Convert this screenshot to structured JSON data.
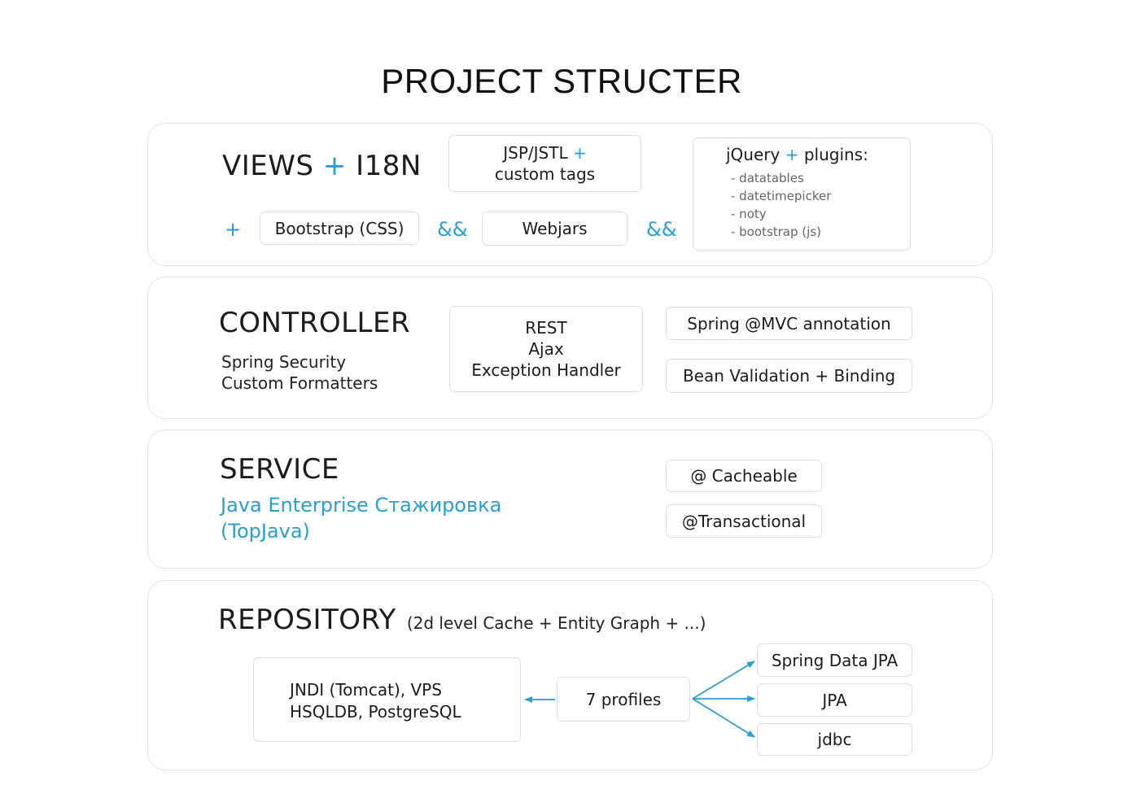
{
  "title": "PROJECT STRUCTER",
  "colors": {
    "accent": "#2a9fd0",
    "border": "#e3e3e3",
    "text": "#1c1c1c"
  },
  "views": {
    "heading_main": "VIEWS",
    "heading_plus": "+",
    "heading_i18n": "I18N",
    "jsp_line1": "JSP/JSTL",
    "jsp_plus": "+",
    "jsp_line2": "custom tags",
    "leading_plus": "+",
    "bootstrap": "Bootstrap (CSS)",
    "amp1": "&&",
    "webjars": "Webjars",
    "amp2": "&&",
    "jquery_title": "jQuery",
    "jquery_plus": "+",
    "jquery_plugins": "plugins:",
    "plugins": [
      "- datatables",
      "- datetimepicker",
      "- noty",
      "- bootstrap (js)"
    ]
  },
  "controller": {
    "heading": "CONTROLLER",
    "sub1": "Spring Security",
    "sub2": "Custom Formatters",
    "rest_box": [
      "REST",
      "Ajax",
      "Exception Handler"
    ],
    "mvc": "Spring @MVC annotation",
    "validation": "Bean Validation + Binding"
  },
  "service": {
    "heading": "SERVICE",
    "link1": "Java Enterprise Стажировка",
    "link2": "(TopJava)",
    "cacheable": "@ Cacheable",
    "transactional": "@Transactional"
  },
  "repository": {
    "heading": "REPOSITORY",
    "note": "(2d level Cache + Entity Graph + ...)",
    "db_line1": "JNDI (Tomcat), VPS",
    "db_line2": "HSQLDB, PostgreSQL",
    "profiles": "7 profiles",
    "spring_data_jpa": "Spring Data JPA",
    "jpa": "JPA",
    "jdbc": "jdbc"
  }
}
